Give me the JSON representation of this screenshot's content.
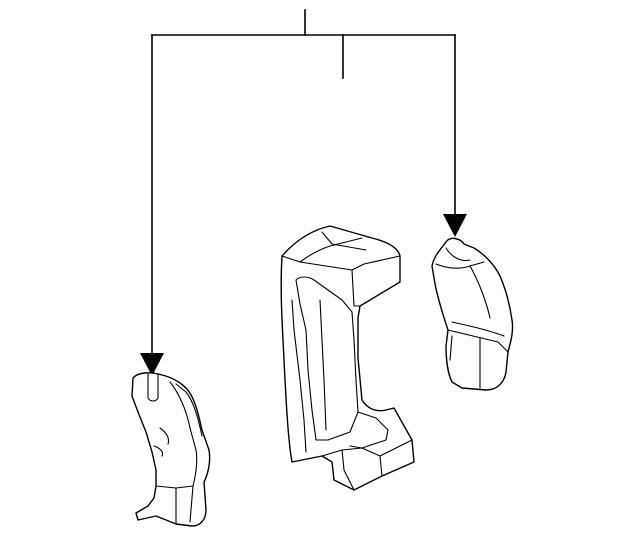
{
  "diagram": {
    "type": "exploded-parts-diagram",
    "background_color": "#ffffff",
    "line_color": "#000000",
    "parts": [
      {
        "key": "left-pad",
        "icon": "brake-pad-icon"
      },
      {
        "key": "caliper-bracket",
        "icon": "caliper-bracket-icon"
      },
      {
        "key": "right-pad",
        "icon": "brake-pad-icon"
      }
    ],
    "callouts": [
      {
        "key": "pad-kit-callout",
        "target": "left-pad",
        "has_arrow": true
      },
      {
        "key": "pad-kit-callout",
        "target": "right-pad",
        "has_arrow": true
      },
      {
        "key": "bracket-callout",
        "target": "caliper-bracket",
        "has_arrow": false
      }
    ]
  }
}
